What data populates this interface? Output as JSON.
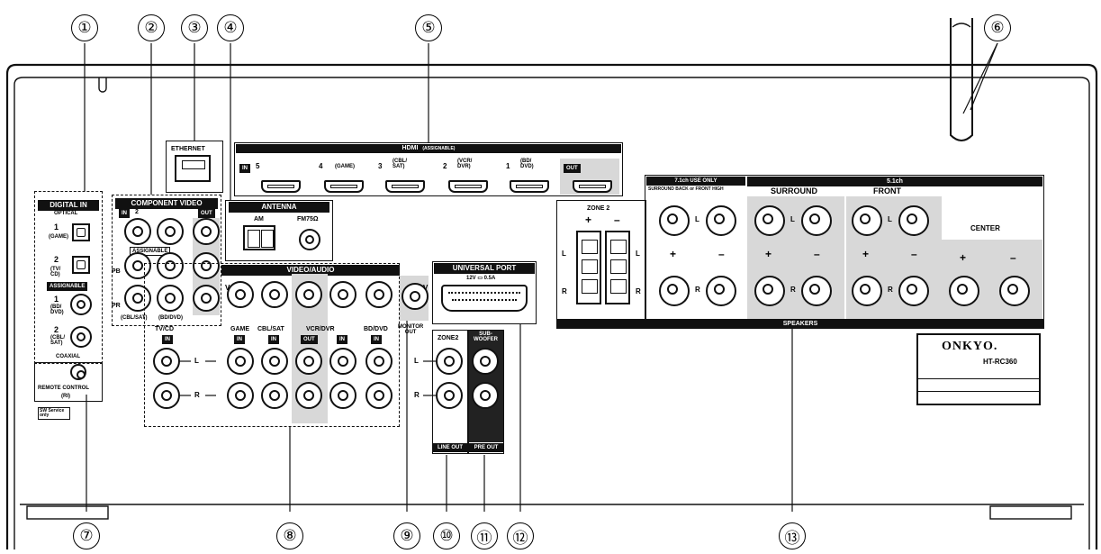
{
  "callouts": [
    "①",
    "②",
    "③",
    "④",
    "⑤",
    "⑥",
    "⑦",
    "⑧",
    "⑨",
    "⑩",
    "⑪",
    "⑫",
    "⑬"
  ],
  "digital_in": {
    "title": "DIGITAL IN",
    "optical": "OPTICAL",
    "in1_num": "1",
    "in1_src": "(GAME)",
    "in2_num": "2",
    "in2_src": "(TV/\nCD)",
    "assignable": "ASSIGNABLE",
    "in3_num": "1",
    "in3_src": "(BD/\nDVD)",
    "in4_num": "2",
    "in4_src": "(CBL/\nSAT)",
    "coaxial": "COAXIAL"
  },
  "remote_control": {
    "label": "REMOTE CONTROL",
    "ri": "(RI)",
    "service": "SW Service only"
  },
  "component_video": {
    "title": "COMPONENT VIDEO",
    "in_tag": "IN",
    "in_num": "2",
    "out_tag": "OUT",
    "assignable": "ASSIGNABLE",
    "pb": "PB",
    "pr": "PR",
    "src1": "(CBL/SAT)",
    "src2": "(BD/DVD)"
  },
  "ethernet": {
    "title": "ETHERNET"
  },
  "antenna": {
    "title": "ANTENNA",
    "am": "AM",
    "fm": "FM75Ω"
  },
  "hdmi": {
    "title": "HDMI",
    "subtitle": "(ASSIGNABLE)",
    "in_tag": "IN",
    "ports": [
      {
        "num": "5",
        "src": ""
      },
      {
        "num": "4",
        "src": "(GAME)"
      },
      {
        "num": "3",
        "src": "(CBL/\nSAT)"
      },
      {
        "num": "2",
        "src": "(VCR/\nDVR)"
      },
      {
        "num": "1",
        "src": "(BD/\nDVD)"
      }
    ],
    "out_tag": "OUT"
  },
  "video_audio": {
    "title": "VIDEO/AUDIO",
    "v": "V",
    "l": "L",
    "r": "R",
    "groups": [
      {
        "name": "TV/CD",
        "tag": "IN"
      },
      {
        "name": "GAME",
        "tag": "IN"
      },
      {
        "name": "CBL/SAT",
        "tag": "IN"
      },
      {
        "name": "VCR/DVR",
        "tag": "OUT"
      },
      {
        "name": "",
        "tag": "IN"
      },
      {
        "name": "BD/DVD",
        "tag": "IN"
      }
    ],
    "monitor_out": "MONITOR\nOUT"
  },
  "line_out": {
    "zone2": "ZONE2",
    "subwoofer": "SUB-\nWOOFER",
    "line_out": "LINE OUT",
    "pre_out": "PRE OUT"
  },
  "universal_port": {
    "title": "UNIVERSAL PORT",
    "spec": "12V ▭ 0.5A"
  },
  "zone2_speakers": {
    "title": "ZONE 2",
    "plus": "+",
    "minus": "–",
    "l": "L",
    "r": "R"
  },
  "speakers": {
    "title": "SPEAKERS",
    "header_71": "7.1ch USE ONLY",
    "sb_label": "SURROUND BACK or FRONT HIGH",
    "header_51": "5.1ch",
    "surround": "SURROUND",
    "front": "FRONT",
    "center": "CENTER",
    "plus": "+",
    "minus": "–",
    "l": "L",
    "r": "R"
  },
  "brand": {
    "name": "ONKYO.",
    "model": "HT-RC360"
  }
}
